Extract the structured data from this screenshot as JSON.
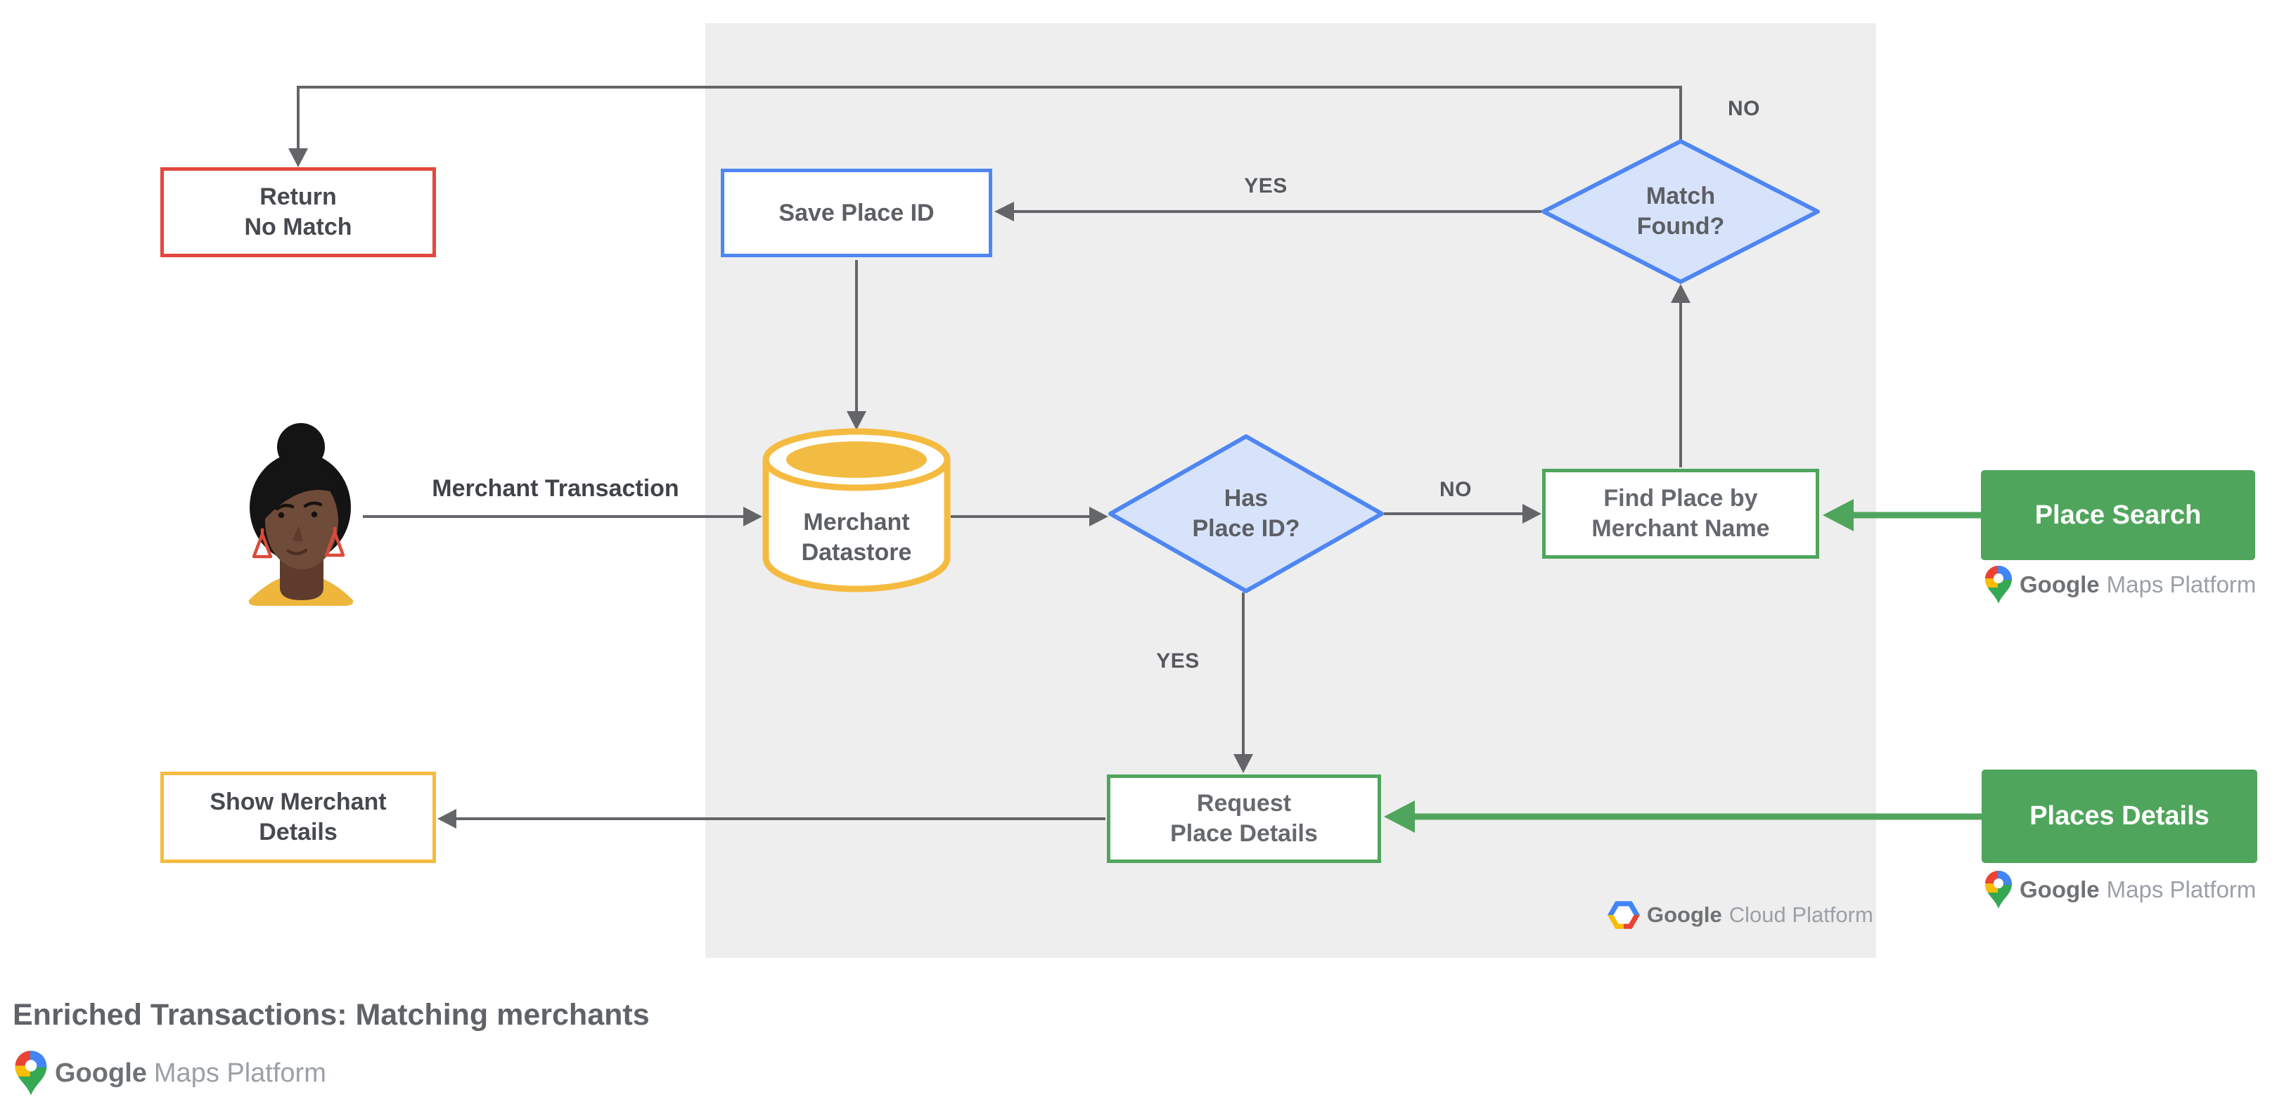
{
  "title": "Enriched Transactions: Matching merchants",
  "nodes": {
    "return_no_match": {
      "label": "Return\nNo Match",
      "type": "terminal",
      "border": "#E4473C"
    },
    "save_place_id": {
      "label": "Save Place ID",
      "type": "process",
      "border": "#4E86F3"
    },
    "match_found": {
      "label": "Match\nFound?",
      "type": "decision",
      "border": "#4E86F3",
      "fill": "#D7E3FB"
    },
    "merchant_datastore": {
      "label": "Merchant\nDatastore",
      "type": "datastore",
      "border": "#F5BB40"
    },
    "has_place_id": {
      "label": "Has\nPlace ID?",
      "type": "decision",
      "border": "#4E86F3",
      "fill": "#D7E3FB"
    },
    "find_place": {
      "label": "Find Place by\nMerchant Name",
      "type": "process",
      "border": "#50A55C"
    },
    "place_search": {
      "label": "Place Search",
      "type": "api",
      "fill": "#50A55C"
    },
    "request_place_details": {
      "label": "Request\nPlace Details",
      "type": "process",
      "border": "#50A55C"
    },
    "places_details": {
      "label": "Places Details",
      "type": "api",
      "fill": "#50A55C"
    },
    "show_merchant_details": {
      "label": "Show Merchant\nDetails",
      "type": "terminal",
      "border": "#F5BB40"
    }
  },
  "edge_labels": {
    "merchant_transaction": "Merchant Transaction",
    "match_found_yes": "YES",
    "match_found_no": "NO",
    "has_place_id_yes": "YES",
    "has_place_id_no": "NO"
  },
  "logos": {
    "google_maps_platform": {
      "google": "Google",
      "product": "Maps Platform"
    },
    "google_cloud_platform": {
      "google": "Google",
      "product": "Cloud Platform"
    }
  },
  "colors": {
    "red": "#E4473C",
    "blue": "#4E86F3",
    "diamond_fill": "#D7E3FB",
    "yellow": "#F5BB40",
    "yellow_fill": "#F2BC42",
    "green": "#50A55C",
    "panel_background": "#EEEEEE",
    "connector_gray": "#636569",
    "text_gray": "#5C5F63"
  }
}
